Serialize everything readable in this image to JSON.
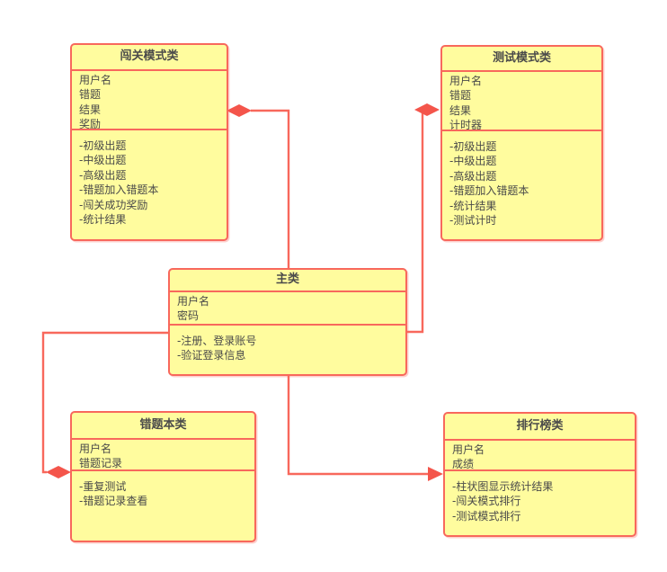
{
  "colors": {
    "box_fill": "#fffc9e",
    "box_border": "#f8685c",
    "connector": "#f8685c",
    "shape": "#f4554b",
    "text": "#4a4a4a"
  },
  "diagram": {
    "classes": {
      "level_mode": {
        "title": "闯关模式类",
        "attributes": [
          "用户名",
          "错题",
          "结果",
          "奖励"
        ],
        "methods": [
          "-初级出题",
          "-中级出题",
          "-高级出题",
          "-错题加入错题本",
          "-闯关成功奖励",
          "-统计结果"
        ]
      },
      "test_mode": {
        "title": "测试模式类",
        "attributes": [
          "用户名",
          "错题",
          "结果",
          "计时器"
        ],
        "methods": [
          "-初级出题",
          "-中级出题",
          "-高级出题",
          "-错题加入错题本",
          "-统计结果",
          "-测试计时"
        ]
      },
      "main": {
        "title": "主类",
        "attributes": [
          "用户名",
          "密码"
        ],
        "methods": [
          "-注册、登录账号",
          "-验证登录信息"
        ]
      },
      "wrong_book": {
        "title": "错题本类",
        "attributes": [
          "用户名",
          "错题记录"
        ],
        "methods": [
          "-重复测试",
          "-错题记录查看"
        ]
      },
      "ranking": {
        "title": "排行榜类",
        "attributes": [
          "用户名",
          "成绩"
        ],
        "methods": [
          "-柱状图显示统计结果",
          "-闯关模式排行",
          "-测试模式排行"
        ]
      }
    }
  }
}
